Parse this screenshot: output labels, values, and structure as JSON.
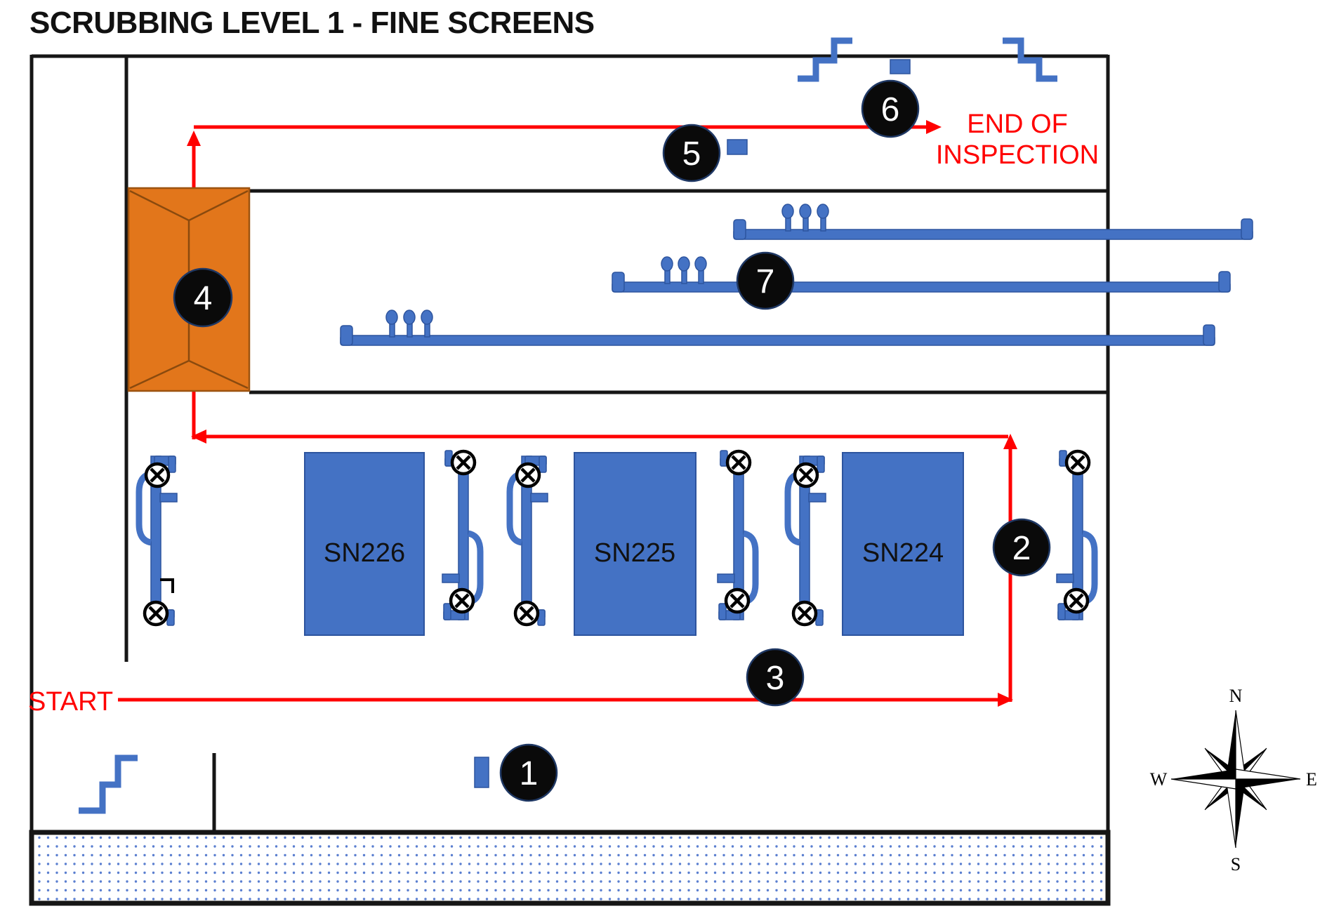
{
  "title": "SCRUBBING LEVEL 1 - FINE SCREENS",
  "route": {
    "start_label": "START",
    "end_label_line1": "END OF",
    "end_label_line2": "INSPECTION",
    "color": "#FF0000",
    "waypoints": [
      {
        "label": "1"
      },
      {
        "label": "2"
      },
      {
        "label": "3"
      },
      {
        "label": "4"
      },
      {
        "label": "5"
      },
      {
        "label": "6"
      },
      {
        "label": "7"
      }
    ]
  },
  "equipment": {
    "fine_screens": [
      {
        "label": "SN226"
      },
      {
        "label": "SN225"
      },
      {
        "label": "SN224"
      }
    ]
  },
  "compass": {
    "north": "N",
    "east": "E",
    "south": "S",
    "west": "W"
  },
  "colors": {
    "route_red": "#FF0000",
    "equipment_blue": "#4472C4",
    "equipment_blue_dark": "#2D549E",
    "hopper_orange": "#E2761B",
    "hopper_line": "#8A4A0E",
    "wall_black": "#161616",
    "hatch_dot_blue": "#5B7FD0",
    "marker_black": "#0A0A0A"
  }
}
